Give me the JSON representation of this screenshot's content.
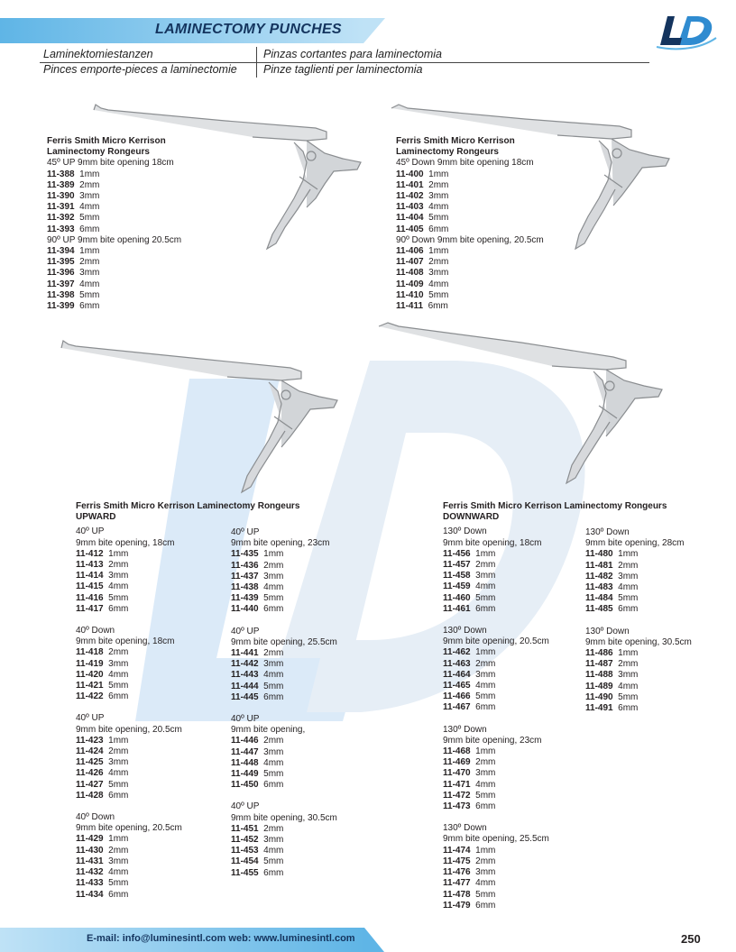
{
  "header": {
    "title": "LAMINECTOMY PUNCHES",
    "translations": [
      "Laminektomiestanzen",
      "Pinzas cortantes para laminectomia",
      "Pinces emporte-pieces a laminectomie",
      "Pinze taglienti per laminectomia"
    ]
  },
  "blocks": [
    {
      "titles": [
        "Ferris Smith Micro Kerrison",
        "Laminectomy Rongeurs"
      ],
      "groups": [
        {
          "heading": "45º UP 9mm bite opening 18cm",
          "items": [
            [
              "11-388",
              "1mm"
            ],
            [
              "11-389",
              "2mm"
            ],
            [
              "11-390",
              "3mm"
            ],
            [
              "11-391",
              "4mm"
            ],
            [
              "11-392",
              "5mm"
            ],
            [
              "11-393",
              "6mm"
            ]
          ]
        },
        {
          "heading": "90º UP 9mm bite opening 20.5cm",
          "items": [
            [
              "11-394",
              "1mm"
            ],
            [
              "11-395",
              "2mm"
            ],
            [
              "11-396",
              "3mm"
            ],
            [
              "11-397",
              "4mm"
            ],
            [
              "11-398",
              "5mm"
            ],
            [
              "11-399",
              "6mm"
            ]
          ]
        }
      ]
    },
    {
      "titles": [
        "Ferris Smith Micro Kerrison",
        "Laminectomy Rongeurs"
      ],
      "groups": [
        {
          "heading": "45º Down 9mm bite opening 18cm",
          "items": [
            [
              "11-400",
              "1mm"
            ],
            [
              "11-401",
              "2mm"
            ],
            [
              "11-402",
              "3mm"
            ],
            [
              "11-403",
              "4mm"
            ],
            [
              "11-404",
              "5mm"
            ],
            [
              "11-405",
              "6mm"
            ]
          ]
        },
        {
          "heading": "90º Down 9mm bite opening, 20.5cm",
          "items": [
            [
              "11-406",
              "1mm"
            ],
            [
              "11-407",
              "2mm"
            ],
            [
              "11-408",
              "3mm"
            ],
            [
              "11-409",
              "4mm"
            ],
            [
              "11-410",
              "5mm"
            ],
            [
              "11-411",
              "6mm"
            ]
          ]
        }
      ]
    },
    {
      "titles": [
        "Ferris Smith Micro Kerrison Laminectomy Rongeurs",
        "UPWARD"
      ],
      "groups": [
        {
          "heading": "40º UP",
          "sub": "9mm bite opening, 18cm",
          "items": [
            [
              "11-412",
              "1mm"
            ],
            [
              "11-413",
              "2mm"
            ],
            [
              "11-414",
              "3mm"
            ],
            [
              "11-415",
              "4mm"
            ],
            [
              "11-416",
              "5mm"
            ],
            [
              "11-417",
              "6mm"
            ]
          ]
        },
        {
          "heading": "40º Down",
          "sub": "9mm bite opening, 18cm",
          "items": [
            [
              "11-418",
              "2mm"
            ],
            [
              "11-419",
              "3mm"
            ],
            [
              "11-420",
              "4mm"
            ],
            [
              "11-421",
              "5mm"
            ],
            [
              "11-422",
              "6mm"
            ]
          ]
        },
        {
          "heading": "40º UP",
          "sub": "9mm bite opening, 20.5cm",
          "items": [
            [
              "11-423",
              "1mm"
            ],
            [
              "11-424",
              "2mm"
            ],
            [
              "11-425",
              "3mm"
            ],
            [
              "11-426",
              "4mm"
            ],
            [
              "11-427",
              "5mm"
            ],
            [
              "11-428",
              "6mm"
            ]
          ]
        },
        {
          "heading": "40º Down",
          "sub": "9mm bite opening, 20.5cm",
          "items": [
            [
              "11-429",
              "1mm"
            ],
            [
              "11-430",
              "2mm"
            ],
            [
              "11-431",
              "3mm"
            ],
            [
              "11-432",
              "4mm"
            ],
            [
              "11-433",
              "5mm"
            ],
            [
              "11-434",
              "6mm"
            ]
          ]
        }
      ]
    },
    {
      "titles": [],
      "groups": [
        {
          "heading": "40º UP",
          "sub": "9mm bite opening, 23cm",
          "items": [
            [
              "11-435",
              "1mm"
            ],
            [
              "11-436",
              "2mm"
            ],
            [
              "11-437",
              "3mm"
            ],
            [
              "11-438",
              "4mm"
            ],
            [
              "11-439",
              "5mm"
            ],
            [
              "11-440",
              "6mm"
            ]
          ]
        },
        {
          "heading": "40º UP",
          "sub": "9mm bite opening, 25.5cm",
          "items": [
            [
              "11-441",
              "2mm"
            ],
            [
              "11-442",
              "3mm"
            ],
            [
              "11-443",
              "4mm"
            ],
            [
              "11-444",
              "5mm"
            ],
            [
              "11-445",
              "6mm"
            ]
          ]
        },
        {
          "heading": "40º UP",
          "sub": "9mm bite opening,",
          "items": [
            [
              "11-446",
              "2mm"
            ],
            [
              "11-447",
              "3mm"
            ],
            [
              "11-448",
              "4mm"
            ],
            [
              "11-449",
              "5mm"
            ],
            [
              "11-450",
              "6mm"
            ]
          ]
        },
        {
          "heading": "40º UP",
          "sub": "9mm bite opening, 30.5cm",
          "items": [
            [
              "11-451",
              "2mm"
            ],
            [
              "11-452",
              "3mm"
            ],
            [
              "11-453",
              "4mm"
            ],
            [
              "11-454",
              "5mm"
            ],
            [
              "11-455",
              "6mm"
            ]
          ]
        }
      ]
    },
    {
      "titles": [
        "Ferris Smith Micro Kerrison Laminectomy Rongeurs",
        "DOWNWARD"
      ],
      "groups": [
        {
          "heading": "130º Down",
          "sub": "9mm bite opening, 18cm",
          "items": [
            [
              "11-456",
              "1mm"
            ],
            [
              "11-457",
              "2mm"
            ],
            [
              "11-458",
              "3mm"
            ],
            [
              "11-459",
              "4mm"
            ],
            [
              "11-460",
              "5mm"
            ],
            [
              "11-461",
              "6mm"
            ]
          ]
        },
        {
          "heading": "130º Down",
          "sub": "9mm bite opening, 20.5cm",
          "items": [
            [
              "11-462",
              "1mm"
            ],
            [
              "11-463",
              "2mm"
            ],
            [
              "11-464",
              "3mm"
            ],
            [
              "11-465",
              "4mm"
            ],
            [
              "11-466",
              "5mm"
            ],
            [
              "11-467",
              "6mm"
            ]
          ]
        },
        {
          "heading": "130º Down",
          "sub": "9mm bite opening, 23cm",
          "items": [
            [
              "11-468",
              "1mm"
            ],
            [
              "11-469",
              "2mm"
            ],
            [
              "11-470",
              "3mm"
            ],
            [
              "11-471",
              "4mm"
            ],
            [
              "11-472",
              "5mm"
            ],
            [
              "11-473",
              "6mm"
            ]
          ]
        },
        {
          "heading": "130º Down",
          "sub": "9mm bite opening, 25.5cm",
          "items": [
            [
              "11-474",
              "1mm"
            ],
            [
              "11-475",
              "2mm"
            ],
            [
              "11-476",
              "3mm"
            ],
            [
              "11-477",
              "4mm"
            ],
            [
              "11-478",
              "5mm"
            ],
            [
              "11-479",
              "6mm"
            ]
          ]
        }
      ]
    },
    {
      "titles": [],
      "groups": [
        {
          "heading": "130º Down",
          "sub": "9mm bite opening, 28cm",
          "items": [
            [
              "11-480",
              "1mm"
            ],
            [
              "11-481",
              "2mm"
            ],
            [
              "11-482",
              "3mm"
            ],
            [
              "11-483",
              "4mm"
            ],
            [
              "11-484",
              "5mm"
            ],
            [
              "11-485",
              "6mm"
            ]
          ]
        },
        {
          "heading": "130º Down",
          "sub": "9mm bite opening, 30.5cm",
          "items": [
            [
              "11-486",
              "1mm"
            ],
            [
              "11-487",
              "2mm"
            ],
            [
              "11-488",
              "3mm"
            ],
            [
              "11-489",
              "4mm"
            ],
            [
              "11-490",
              "5mm"
            ],
            [
              "11-491",
              "6mm"
            ]
          ]
        }
      ]
    }
  ],
  "footer": {
    "contact": "E-mail: info@luminesintl.com  web: www.luminesintl.com",
    "page_number": "250"
  },
  "colors": {
    "accent": "#5fb5e6",
    "title": "#14345e",
    "watermark": "#d6e9f8"
  }
}
